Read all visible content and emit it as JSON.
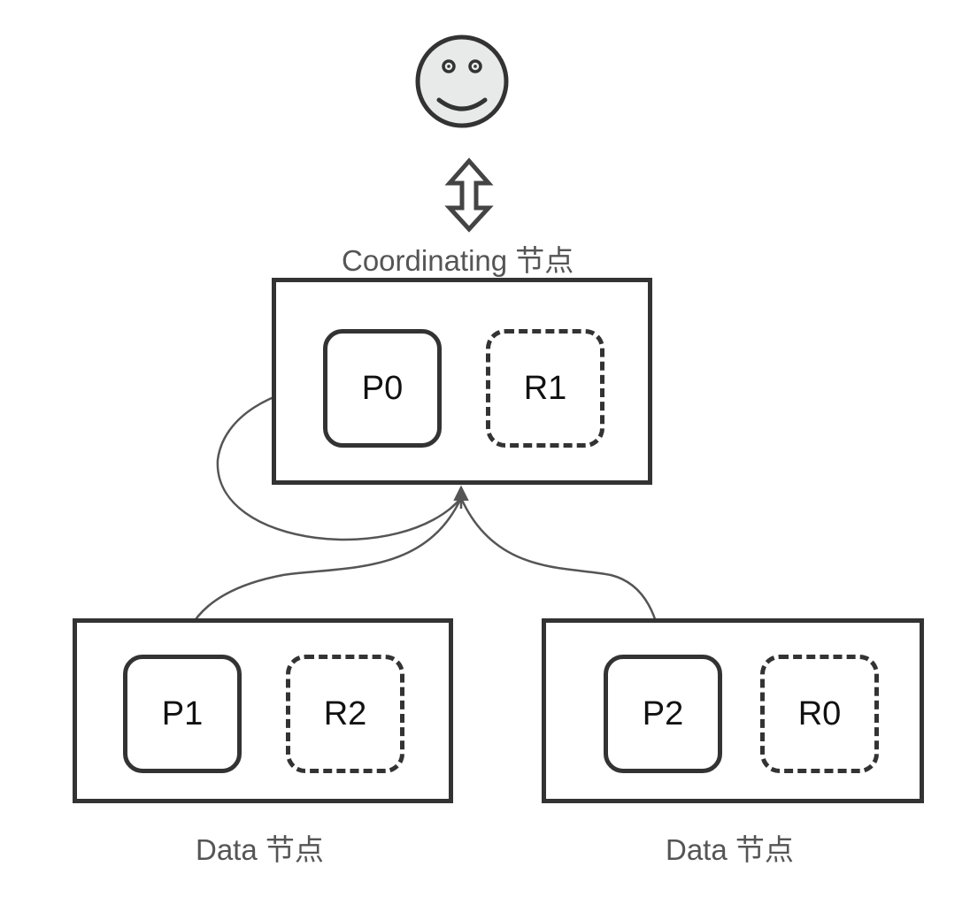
{
  "user": {
    "icon": "smiley-face-icon"
  },
  "request": {
    "icon": "double-arrow-icon"
  },
  "coordinating_node": {
    "label": "Coordinating 节点",
    "shards": [
      {
        "name": "P0",
        "kind": "primary"
      },
      {
        "name": "R1",
        "kind": "replica"
      }
    ]
  },
  "data_nodes": [
    {
      "label": "Data 节点",
      "shards": [
        {
          "name": "P1",
          "kind": "primary"
        },
        {
          "name": "R2",
          "kind": "replica"
        }
      ]
    },
    {
      "label": "Data 节点",
      "shards": [
        {
          "name": "P2",
          "kind": "primary"
        },
        {
          "name": "R0",
          "kind": "replica"
        }
      ]
    }
  ],
  "colors": {
    "stroke": "#333333",
    "face_fill": "#E8EAE9",
    "label": "#555555"
  }
}
